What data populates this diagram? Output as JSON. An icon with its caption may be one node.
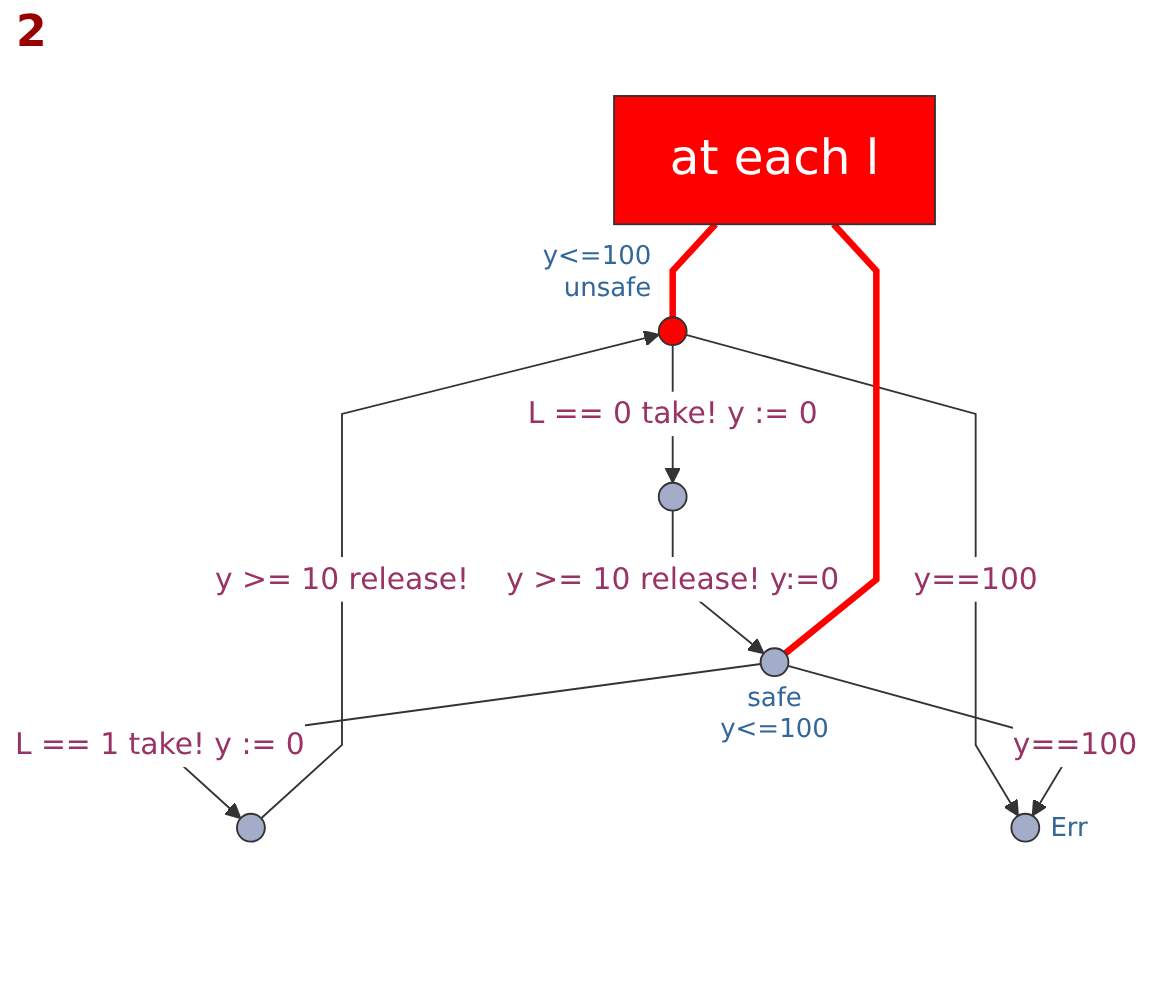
{
  "diagram": {
    "nodes": [
      {
        "text": [],
        "shape": "circle",
        "beside": [
          "y<=100",
          "unsafe"
        ]
      },
      {
        "text": [],
        "shape": "circle"
      },
      {
        "text": [],
        "shape": "circle",
        "beside": [
          "Err"
        ]
      },
      {
        "text": [],
        "shape": "circle"
      },
      {
        "text": [],
        "shape": "circle",
        "beside": [
          "safe",
          "y<=100"
        ]
      },
      {
        "text": [
          "at each l"
        ]
      }
    ],
    "edges": [
      {
        "from": 0,
        "to": 1,
        "arrow": "to",
        "label": "L == 0 take! y := 0"
      },
      {
        "from": 1,
        "to": 4,
        "arrow": "to",
        "label": "y >= 10 release! y:=0"
      },
      {
        "from": 4,
        "to": 3,
        "arrow": "to",
        "label": "L == 1 take! y := 0"
      },
      {
        "from": 3,
        "to": 0,
        "arrow": "to",
        "label": "y >= 10 release!"
      },
      {
        "from": 0,
        "to": 2,
        "arrow": "to",
        "label": "y==100"
      },
      {
        "from": 4,
        "to": 2,
        "arrow": "to",
        "label": "y==100"
      },
      {
        "from": 5,
        "to": 0,
        "arrow": "none",
        "color": "#ff0000",
        "style": "thick"
      },
      {
        "from": 5,
        "to": 4,
        "arrow": "none",
        "color": "#ff0000",
        "style": "thick"
      }
    ],
    "labels": [
      "2"
    ]
  }
}
